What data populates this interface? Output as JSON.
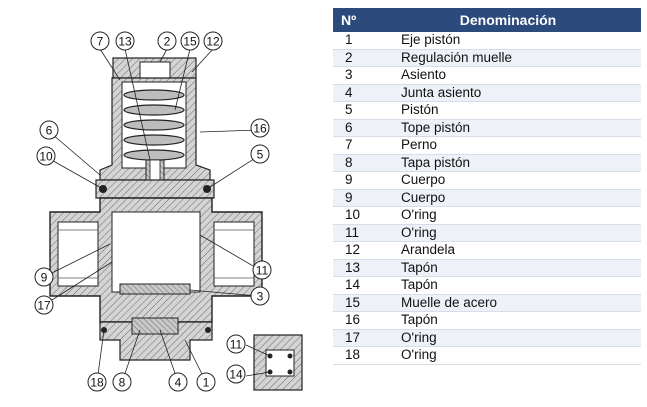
{
  "callouts": [
    {
      "label": "7"
    },
    {
      "label": "13"
    },
    {
      "label": "2"
    },
    {
      "label": "15"
    },
    {
      "label": "12"
    },
    {
      "label": "6"
    },
    {
      "label": "16"
    },
    {
      "label": "10"
    },
    {
      "label": "5"
    },
    {
      "label": "9"
    },
    {
      "label": "11"
    },
    {
      "label": "17"
    },
    {
      "label": "3"
    },
    {
      "label": "18"
    },
    {
      "label": "8"
    },
    {
      "label": "4"
    },
    {
      "label": "1"
    },
    {
      "label": "11"
    },
    {
      "label": "14"
    }
  ],
  "table": {
    "header_no": "Nº",
    "header_name": "Denominación",
    "rows": [
      {
        "no": "1",
        "name": "Eje pistón"
      },
      {
        "no": "2",
        "name": "Regulación muelle"
      },
      {
        "no": "3",
        "name": "Asiento"
      },
      {
        "no": "4",
        "name": "Junta asiento"
      },
      {
        "no": "5",
        "name": "Pistón"
      },
      {
        "no": "6",
        "name": "Tope pistón"
      },
      {
        "no": "7",
        "name": "Perno"
      },
      {
        "no": "8",
        "name": "Tapa pistón"
      },
      {
        "no": "9",
        "name": "Cuerpo"
      },
      {
        "no": "9",
        "name": "Cuerpo"
      },
      {
        "no": "10",
        "name": "O'ring"
      },
      {
        "no": "11",
        "name": "O'ring"
      },
      {
        "no": "12",
        "name": "Arandela"
      },
      {
        "no": "13",
        "name": "Tapón"
      },
      {
        "no": "14",
        "name": "Tapón"
      },
      {
        "no": "15",
        "name": "Muelle de acero"
      },
      {
        "no": "16",
        "name": "Tapón"
      },
      {
        "no": "17",
        "name": "O'ring"
      },
      {
        "no": "18",
        "name": "O'ring"
      }
    ]
  }
}
